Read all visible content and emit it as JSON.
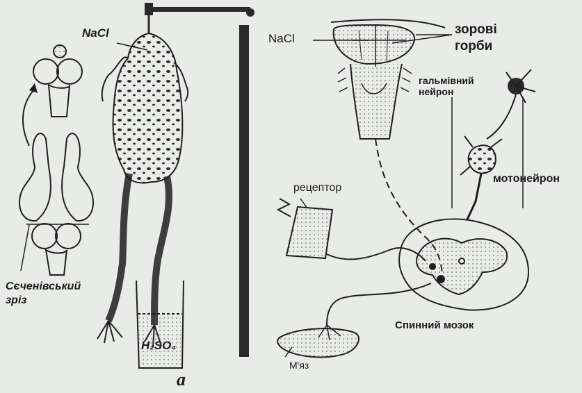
{
  "labels": {
    "nacl_left": "NaCl",
    "nacl_right": "NaCl",
    "sechenov_cut_line1": "Сєченівський",
    "sechenov_cut_line2": "зріз",
    "h2so4": "H₂SO₄",
    "visual_tubercles_line1": "зорові",
    "visual_tubercles_line2": "горби",
    "inhibitory_neuron_line1": "гальмівний",
    "inhibitory_neuron_line2": "нейрон",
    "motoneuron": "мотонейрон",
    "receptor": "рецептор",
    "spinal_cord": "Спинний мозок",
    "muscle": "М'яз",
    "panel_letter": "a"
  },
  "colors": {
    "ink": "#1e1e1e",
    "background": "#e9ebe8",
    "stipple": "#7a7a7a"
  }
}
